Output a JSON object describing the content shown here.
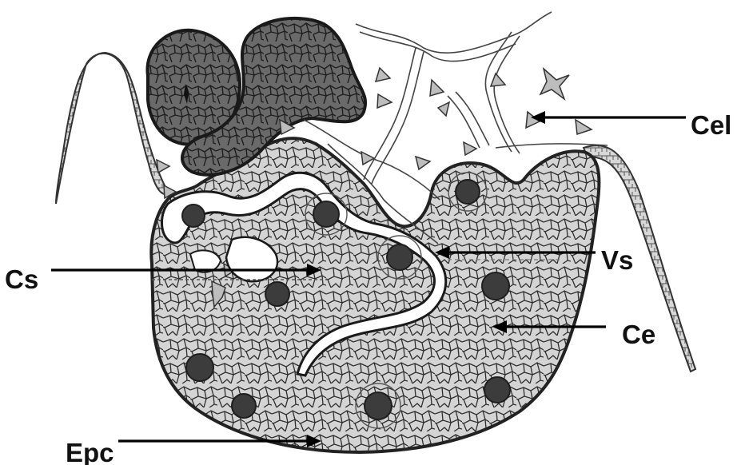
{
  "labels": {
    "cel": "Cel",
    "vs": "Vs",
    "cs": "Cs",
    "ce": "Ce",
    "epc": "Epc"
  },
  "colors": {
    "ink": "#222222",
    "cell_fill": "#cfcfcf",
    "dark_gland": "#5a5a5a",
    "nucleus": "#3a3a3a",
    "background": "#ffffff"
  }
}
